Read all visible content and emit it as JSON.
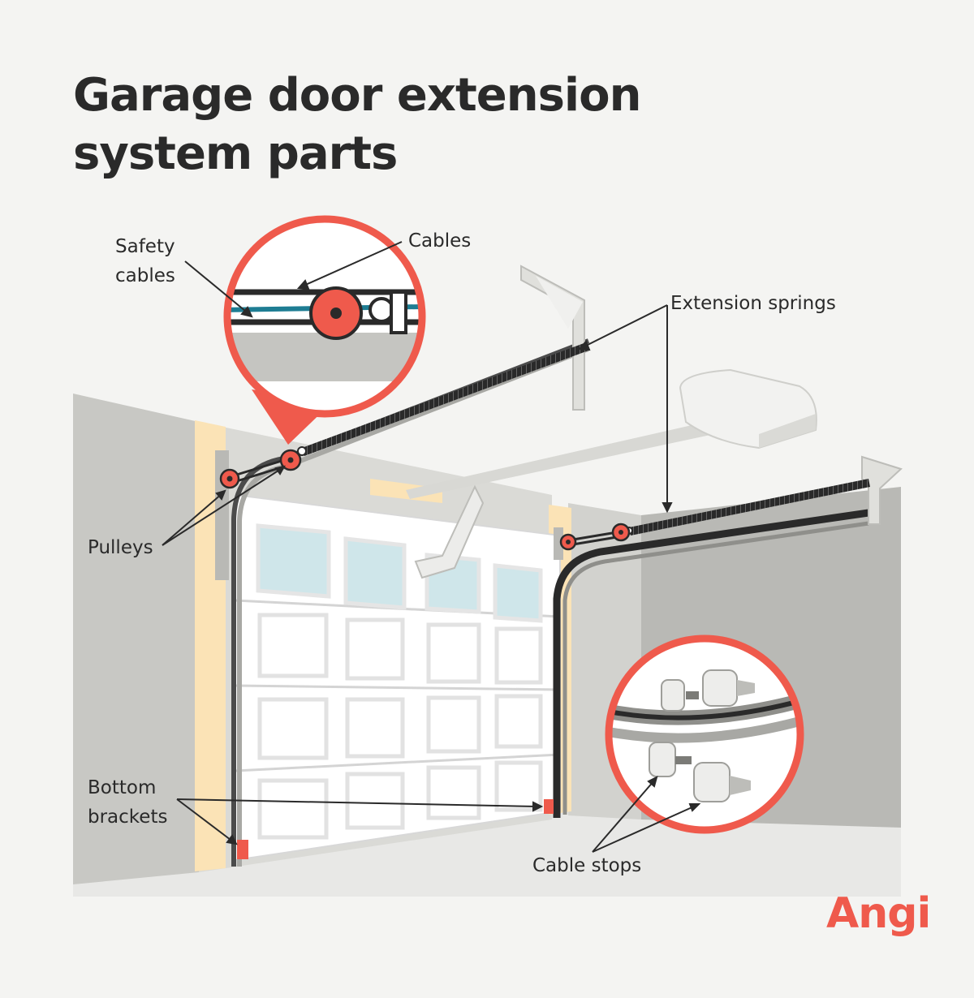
{
  "title": {
    "line1": "Garage door extension",
    "line2": "system parts"
  },
  "labels": {
    "safety_cables": [
      "Safety",
      "cables"
    ],
    "cables": "Cables",
    "extension_springs": "Extension springs",
    "pulleys": "Pulleys",
    "bottom_brackets": [
      "Bottom",
      "brackets"
    ],
    "cable_stops": "Cable stops"
  },
  "brand": {
    "name": "Angi"
  },
  "colors": {
    "accent": "#ef5a4c",
    "dark": "#2a2a2a",
    "wall": "#c9c9c5",
    "window": "#cfe6ea",
    "cable": "#1e7d93",
    "jamb": "#fbe3b6"
  }
}
